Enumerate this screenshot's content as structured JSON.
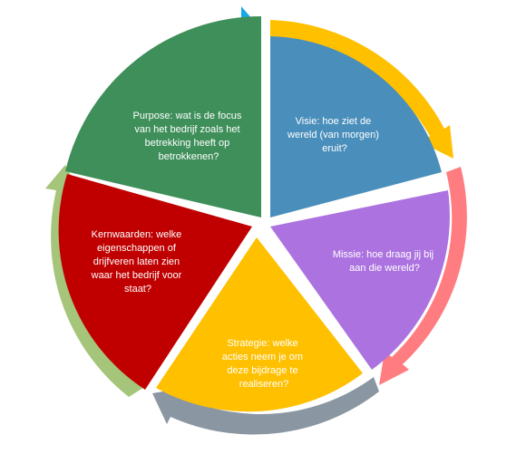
{
  "segments": [
    {
      "id": "purpose",
      "lines": [
        "Purpose: wat is de focus",
        "van het bedrijf zoals het",
        "betrekking heeft op",
        "betrokkenen?"
      ],
      "fill": "#3f8f5a",
      "arrow_color": "#17a9e6"
    },
    {
      "id": "visie",
      "lines": [
        "Visie: hoe ziet de",
        "wereld (van morgen)",
        "eruit?"
      ],
      "fill": "#4a8fbb",
      "arrow_color": "#ffc000"
    },
    {
      "id": "missie",
      "lines": [
        "Missie: hoe draag jij bij",
        "aan die wereld?"
      ],
      "fill": "#ac73e0",
      "arrow_color": "#ff7c80"
    },
    {
      "id": "strategie",
      "lines": [
        "Strategie: welke",
        "acties neem je om",
        "deze bijdrage te",
        "realiseren?"
      ],
      "fill": "#ffc000",
      "arrow_color": "#8a97a2"
    },
    {
      "id": "kernwaarden",
      "lines": [
        "Kernwaarden: welke",
        "eigenschappen of",
        "drijfveren laten zien",
        "waar het bedrijf voor",
        "staat?"
      ],
      "fill": "#c00000",
      "arrow_color": "#a5c57a"
    }
  ]
}
